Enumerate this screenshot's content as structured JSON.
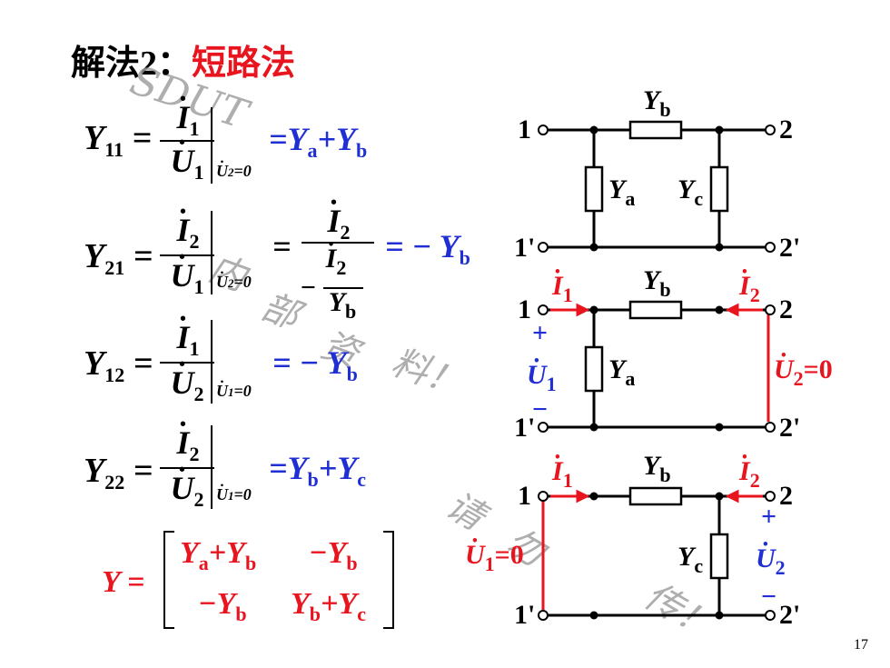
{
  "title": {
    "prefix": "解法2：",
    "highlight": "短路法"
  },
  "equations": {
    "y11": {
      "lhs": "Y",
      "lhs_sub": "11",
      "num": "I",
      "num_sub": "1",
      "den": "U",
      "den_sub": "1",
      "cond": "U",
      "cond_sub": "2",
      "cond_val": "=0",
      "result": "=Y",
      "result_sub_a": "a",
      "result_plus": "+Y",
      "result_sub_b": "b"
    },
    "y21": {
      "lhs": "Y",
      "lhs_sub": "21",
      "num": "I",
      "num_sub": "2",
      "den": "U",
      "den_sub": "1",
      "cond": "U",
      "cond_sub": "2",
      "cond_val": "=0",
      "eq": "=",
      "num2": "I",
      "num2_sub": "2",
      "den2_prefix": "−",
      "den2_num": "I",
      "den2_num_sub": "2",
      "den2_den": "Y",
      "den2_den_sub": "b",
      "result": "= − Y",
      "result_sub": "b"
    },
    "y12": {
      "lhs": "Y",
      "lhs_sub": "12",
      "num": "I",
      "num_sub": "1",
      "den": "U",
      "den_sub": "2",
      "cond": "U",
      "cond_sub": "1",
      "cond_val": "=0",
      "result": "= − Y",
      "result_sub": "b"
    },
    "y22": {
      "lhs": "Y",
      "lhs_sub": "22",
      "num": "I",
      "num_sub": "2",
      "den": "U",
      "den_sub": "2",
      "cond": "U",
      "cond_sub": "1",
      "cond_val": "=0",
      "result": "=Y",
      "result_sub_b": "b",
      "result_plus": "+Y",
      "result_sub_c": "c"
    }
  },
  "matrix": {
    "lhs": "Y",
    "eq": "=",
    "r1c1": "Y",
    "r1c1_sa": "a",
    "r1c1_p": "+Y",
    "r1c1_sb": "b",
    "r1c2": "−Y",
    "r1c2_s": "b",
    "r2c1": "−Y",
    "r2c1_s": "b",
    "r2c2": "Y",
    "r2c2_sb": "b",
    "r2c2_p": "+Y",
    "r2c2_sc": "c"
  },
  "circuit1": {
    "p1": "1",
    "p2": "2",
    "p1b": "1'",
    "p2b": "2'",
    "yb": "Y",
    "yb_s": "b",
    "ya": "Y",
    "ya_s": "a",
    "yc": "Y",
    "yc_s": "c"
  },
  "circuit2": {
    "p1": "1",
    "p2": "2",
    "p1b": "1'",
    "p2b": "2'",
    "yb": "Y",
    "yb_s": "b",
    "ya": "Y",
    "ya_s": "a",
    "i1": "I",
    "i1_s": "1",
    "i2": "I",
    "i2_s": "2",
    "u1": "U",
    "u1_s": "1",
    "u2": "U",
    "u2_s": "2",
    "u2_val": "=0",
    "plus": "+",
    "minus": "−"
  },
  "circuit3": {
    "p1": "1",
    "p2": "2",
    "p1b": "1'",
    "p2b": "2'",
    "yb": "Y",
    "yb_s": "b",
    "yc": "Y",
    "yc_s": "c",
    "i1": "I",
    "i1_s": "1",
    "i2": "I",
    "i2_s": "2",
    "u1": "U",
    "u1_s": "1",
    "u1_val": "=0",
    "u2": "U",
    "u2_s": "2",
    "plus": "+",
    "minus": "−"
  },
  "watermarks": [
    "SDUT",
    "内",
    "部",
    "资",
    "料！",
    "请",
    "勿",
    "传！"
  ],
  "page_number": "17",
  "colors": {
    "red": "#e8141e",
    "blue": "#1f2fd3",
    "black": "#000000"
  }
}
